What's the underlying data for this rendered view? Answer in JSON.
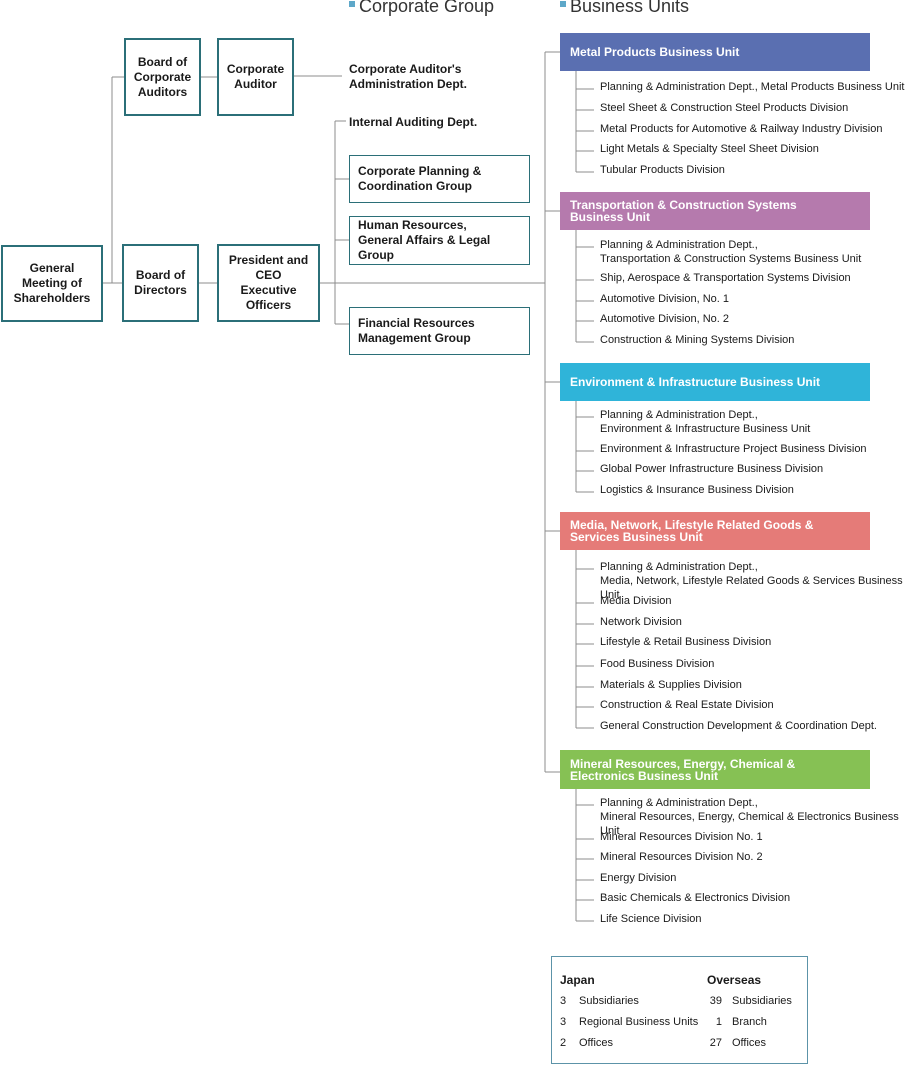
{
  "headers": {
    "corporate": "Corporate Group",
    "business": "Business Units"
  },
  "nodes": {
    "shareholders": "General\nMeeting of\nShareholders",
    "board_auditors": "Board of\nCorporate\nAuditors",
    "corporate_auditor": "Corporate\nAuditor",
    "board_directors": "Board of\nDirectors",
    "president": "President and\nCEO\nExecutive\nOfficers"
  },
  "corporate_group": {
    "auditor_admin": "Corporate Auditor's\nAdministration Dept.",
    "internal_auditing": "Internal Auditing Dept.",
    "planning": "Corporate Planning &\nCoordination Group",
    "hr": "Human Resources,\nGeneral Affairs & Legal Group",
    "financial": "Financial Resources\nManagement Group"
  },
  "colors": {
    "box_border": "#2b6f78",
    "metal": "#5a6fb1",
    "transport": "#b57aad",
    "environment": "#2fb4d9",
    "media": "#e57b78",
    "mineral": "#86c154"
  },
  "units": [
    {
      "name": "Metal Products Business Unit",
      "color": "#5a6fb1",
      "divisions": [
        "Planning & Administration Dept., Metal Products Business Unit",
        "Steel Sheet & Construction Steel Products Division",
        "Metal Products for Automotive & Railway Industry Division",
        "Light Metals & Specialty Steel Sheet Division",
        "Tubular Products Division"
      ]
    },
    {
      "name": "Transportation & Construction Systems\nBusiness Unit",
      "color": "#b57aad",
      "divisions": [
        "Planning & Administration Dept.,\nTransportation & Construction Systems Business Unit",
        "Ship, Aerospace & Transportation Systems Division",
        "Automotive Division, No. 1",
        "Automotive Division, No. 2",
        "Construction & Mining Systems Division"
      ]
    },
    {
      "name": "Environment & Infrastructure Business Unit",
      "color": "#2fb4d9",
      "divisions": [
        "Planning & Administration Dept.,\nEnvironment & Infrastructure Business Unit",
        "Environment & Infrastructure Project Business Division",
        "Global Power Infrastructure Business Division",
        "Logistics & Insurance Business Division"
      ]
    },
    {
      "name": "Media, Network, Lifestyle Related Goods &\nServices Business Unit",
      "color": "#e57b78",
      "divisions": [
        "Planning & Administration Dept.,\nMedia, Network, Lifestyle Related Goods & Services Business Unit",
        "Media Division",
        "Network Division",
        "Lifestyle & Retail Business Division",
        "Food Business Division",
        "Materials & Supplies Division",
        "Construction & Real Estate Division",
        "General Construction Development & Coordination Dept."
      ]
    },
    {
      "name": "Mineral Resources, Energy, Chemical &\nElectronics Business Unit",
      "color": "#86c154",
      "divisions": [
        "Planning & Administration Dept.,\nMineral Resources, Energy, Chemical & Electronics Business Unit",
        "Mineral Resources Division No. 1",
        "Mineral Resources Division No. 2",
        "Energy Division",
        "Basic Chemicals & Electronics Division",
        "Life Science Division"
      ]
    }
  ],
  "legend": {
    "japan_title": "Japan",
    "overseas_title": "Overseas",
    "japan": [
      {
        "count": "3",
        "label": "Subsidiaries"
      },
      {
        "count": "3",
        "label": "Regional Business Units"
      },
      {
        "count": "2",
        "label": "Offices"
      }
    ],
    "overseas": [
      {
        "count": "39",
        "label": "Subsidiaries"
      },
      {
        "count": "1",
        "label": "Branch"
      },
      {
        "count": "27",
        "label": "Offices"
      }
    ]
  }
}
